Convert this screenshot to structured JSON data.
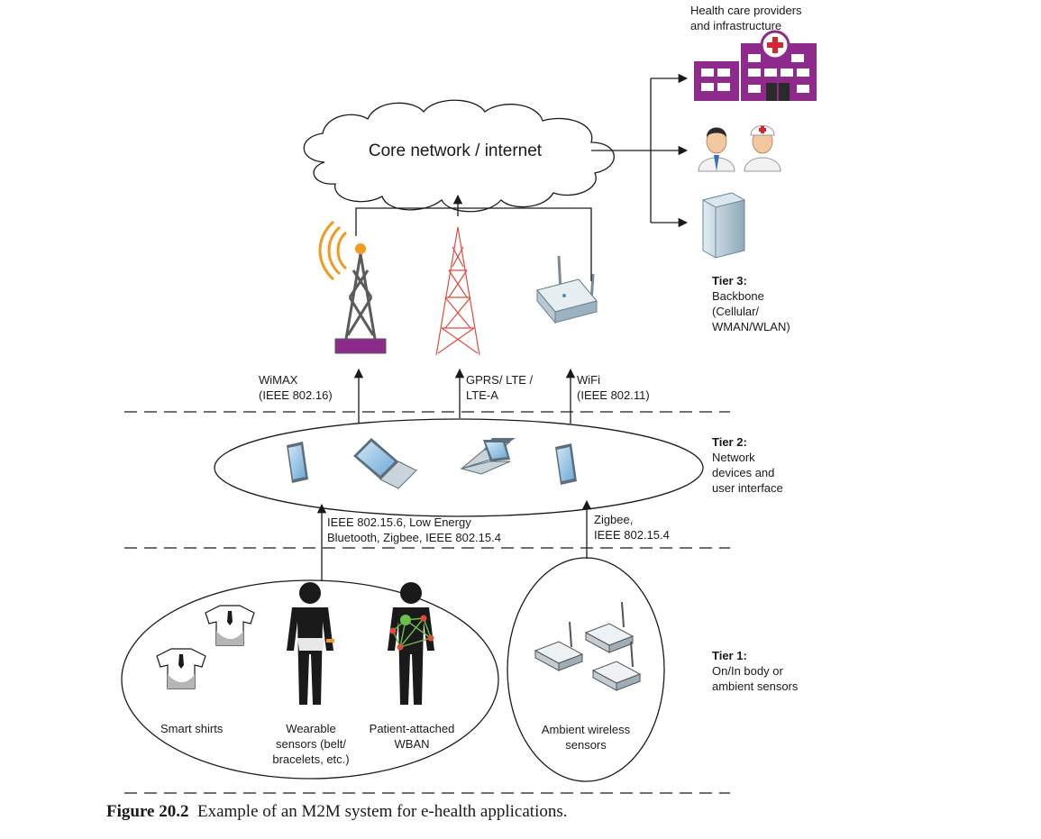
{
  "cloud": {
    "label": "Core network / internet"
  },
  "providers": {
    "health_care_lines": [
      "Health care providers",
      "and infrastructure"
    ]
  },
  "tiers": {
    "tier3": {
      "title": "Tier 3:",
      "lines": [
        "Backbone",
        "(Cellular/",
        "WMAN/WLAN)"
      ]
    },
    "tier2": {
      "title": "Tier 2:",
      "lines": [
        "Network",
        "devices and",
        "user interface"
      ]
    },
    "tier1": {
      "title": "Tier 1:",
      "lines": [
        "On/In body or",
        "ambient sensors"
      ]
    }
  },
  "links": {
    "wimax": [
      "WiMAX",
      "(IEEE 802.16)"
    ],
    "gprs": [
      "GPRS/ LTE /",
      "LTE-A"
    ],
    "wifi": [
      "WiFi",
      "(IEEE 802.11)"
    ],
    "body_link": [
      "IEEE 802.15.6, Low Energy",
      "Bluetooth, Zigbee, IEEE 802.15.4"
    ],
    "ambient_link": [
      "Zigbee,",
      "IEEE 802.15.4"
    ]
  },
  "sensors": {
    "smart_shirts": "Smart shirts",
    "wearable": [
      "Wearable",
      "sensors (belt/",
      "bracelets, etc.)"
    ],
    "wban": [
      "Patient-attached",
      "WBAN"
    ],
    "ambient": [
      "Ambient wireless",
      "sensors"
    ]
  },
  "caption": {
    "number": "Figure 20.2",
    "text": "Example of an M2M system for e-health applications."
  },
  "colors": {
    "hospital": "#8e2a8c",
    "tower_red": "#e24a3c",
    "wimax_orange": "#f19a1e",
    "line": "#1a1a1a"
  }
}
